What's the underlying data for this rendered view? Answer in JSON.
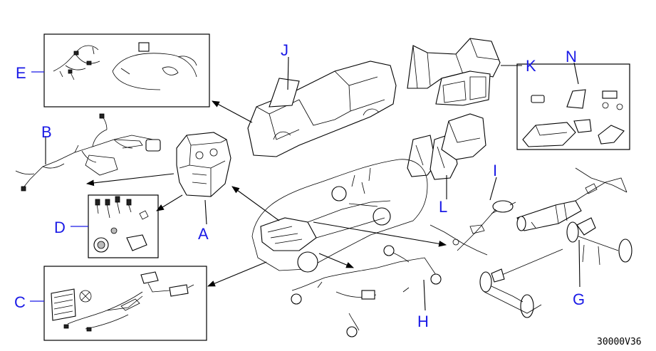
{
  "labels": {
    "A": "A",
    "B": "B",
    "C": "C",
    "D": "D",
    "E": "E",
    "G": "G",
    "H": "H",
    "I": "I",
    "J": "J",
    "K": "K",
    "L": "L",
    "N": "N"
  },
  "diagram_code": "30000V36",
  "colors": {
    "label": "#1a1ae6",
    "line": "#000000",
    "background": "#ffffff"
  }
}
